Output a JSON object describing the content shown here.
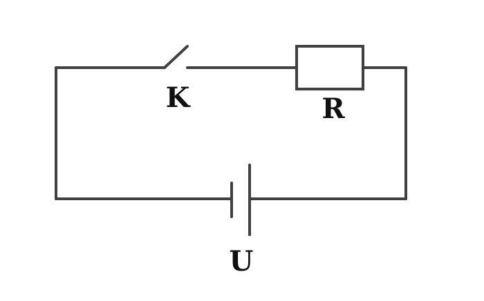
{
  "diagram": {
    "labels": {
      "switch": "K",
      "resistor": "R",
      "battery": "U"
    },
    "colors": {
      "wire": "#404040",
      "text": "#111111",
      "background": "#ffffff"
    }
  }
}
